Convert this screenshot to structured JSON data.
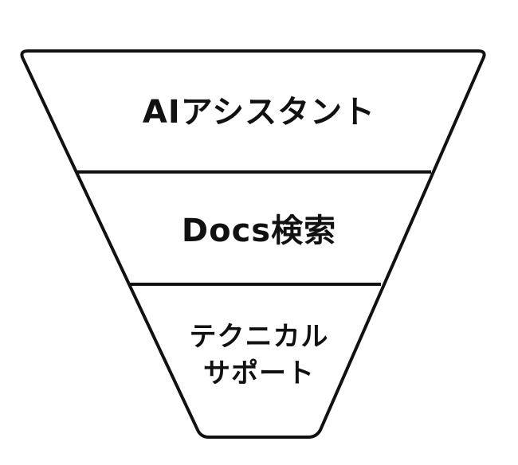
{
  "funnel": {
    "levels": [
      {
        "label": "AIアシスタント"
      },
      {
        "label": "Docs検索"
      },
      {
        "label_lines": [
          "テクニカル",
          "サポート"
        ]
      }
    ]
  }
}
